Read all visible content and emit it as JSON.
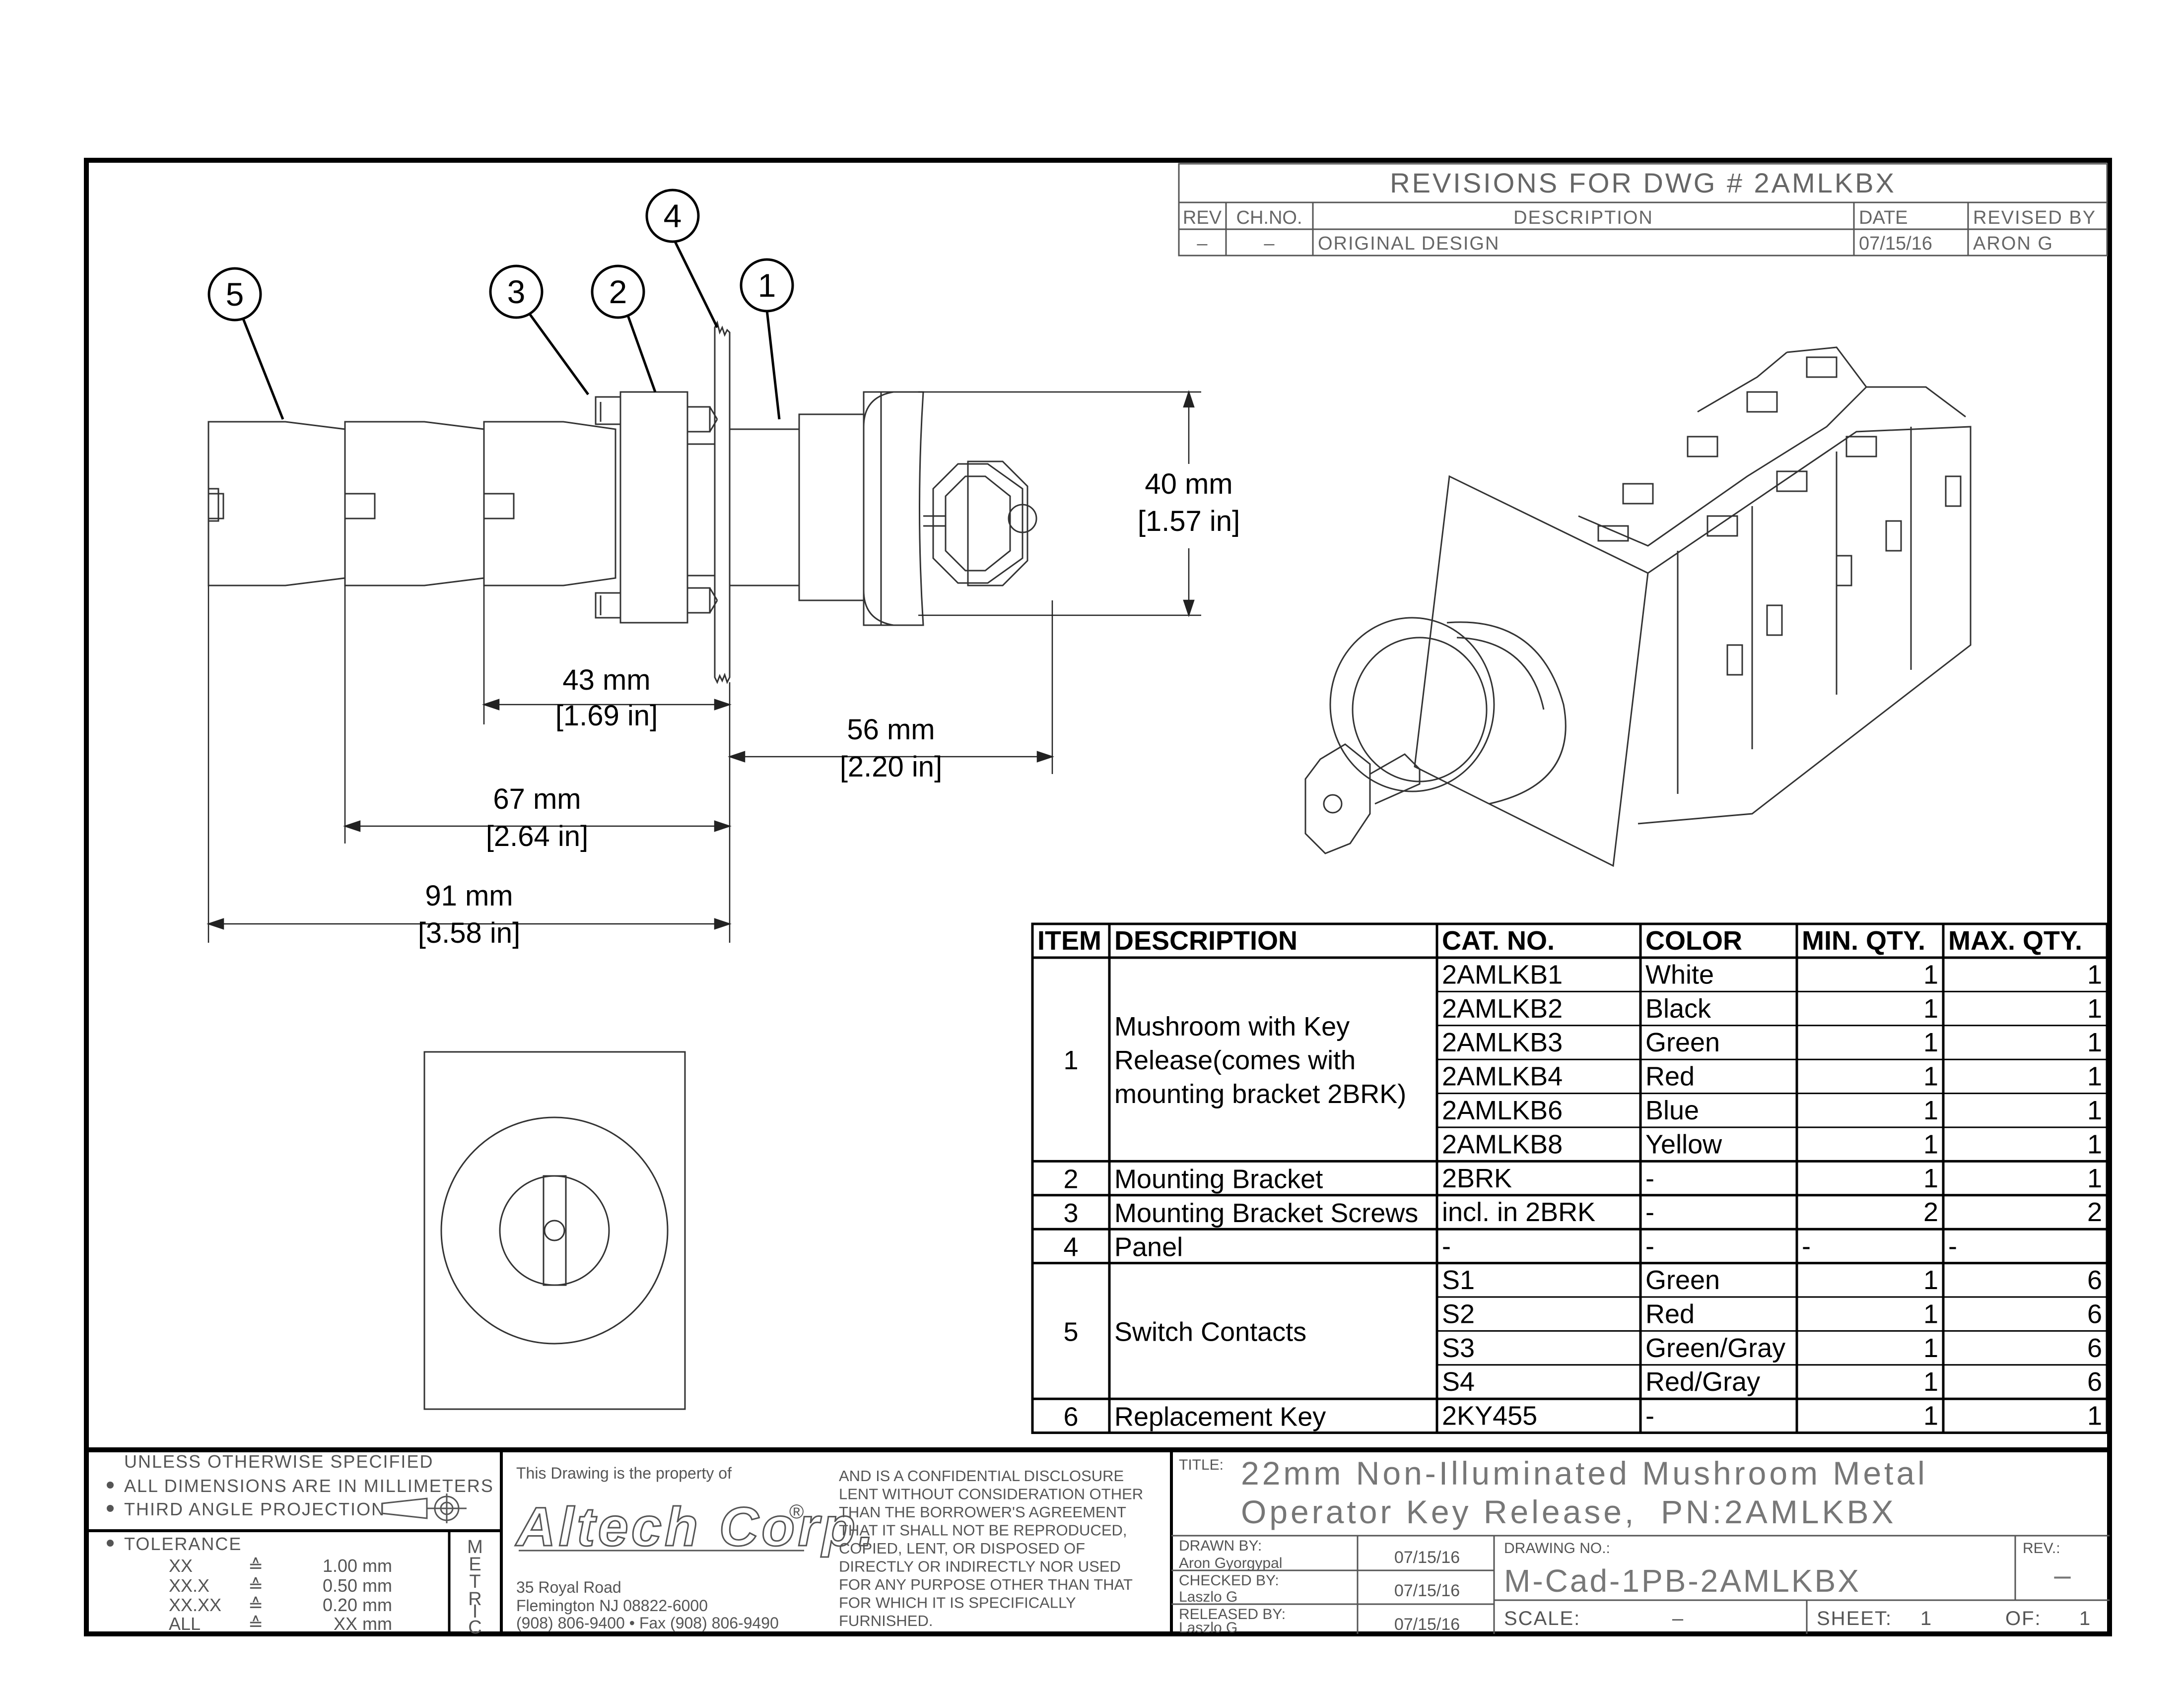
{
  "revisions": {
    "title": "REVISIONS FOR DWG # 2AMLKBX",
    "headers": [
      "REV",
      "CH.NO.",
      "DESCRIPTION",
      "DATE",
      "REVISED BY"
    ],
    "row": [
      "–",
      "–",
      "ORIGINAL DESIGN",
      "07/15/16",
      "ARON G"
    ]
  },
  "callouts": [
    "1",
    "2",
    "3",
    "4",
    "5"
  ],
  "dimensions": {
    "height": {
      "mm": "40 mm",
      "in": "[1.57 in]"
    },
    "d43": {
      "mm": "43 mm",
      "in": "[1.69 in]"
    },
    "d56": {
      "mm": "56 mm",
      "in": "[2.20 in]"
    },
    "d67": {
      "mm": "67 mm",
      "in": "[2.64 in]"
    },
    "d91": {
      "mm": "91 mm",
      "in": "[3.58 in]"
    }
  },
  "bom": {
    "headers": [
      "ITEM",
      "DESCRIPTION",
      "CAT. NO.",
      "COLOR",
      "MIN. QTY.",
      "MAX. QTY."
    ],
    "groups": [
      {
        "item": "1",
        "desc_lines": [
          "Mushroom with Key",
          "Release(comes with",
          "mounting bracket 2BRK)"
        ],
        "rows": [
          [
            "2AMLKB1",
            "White",
            "1",
            "1"
          ],
          [
            "2AMLKB2",
            "Black",
            "1",
            "1"
          ],
          [
            "2AMLKB3",
            "Green",
            "1",
            "1"
          ],
          [
            "2AMLKB4",
            "Red",
            "1",
            "1"
          ],
          [
            "2AMLKB6",
            "Blue",
            "1",
            "1"
          ],
          [
            "2AMLKB8",
            "Yellow",
            "1",
            "1"
          ]
        ]
      },
      {
        "item": "2",
        "desc_lines": [
          "Mounting Bracket"
        ],
        "rows": [
          [
            "2BRK",
            "-",
            "1",
            "1"
          ]
        ]
      },
      {
        "item": "3",
        "desc_lines": [
          "Mounting Bracket Screws"
        ],
        "rows": [
          [
            "incl. in 2BRK",
            "-",
            "2",
            "2"
          ]
        ]
      },
      {
        "item": "4",
        "desc_lines": [
          "Panel"
        ],
        "rows": [
          [
            "-",
            "-",
            "-",
            "-"
          ]
        ]
      },
      {
        "item": "5",
        "desc_lines": [
          "Switch Contacts"
        ],
        "rows": [
          [
            "S1",
            "Green",
            "1",
            "6"
          ],
          [
            "S2",
            "Red",
            "1",
            "6"
          ],
          [
            "S3",
            "Green/Gray",
            "1",
            "6"
          ],
          [
            "S4",
            "Red/Gray",
            "1",
            "6"
          ]
        ]
      },
      {
        "item": "6",
        "desc_lines": [
          "Replacement Key"
        ],
        "rows": [
          [
            "2KY455",
            "-",
            "1",
            "1"
          ]
        ]
      }
    ]
  },
  "title_block": {
    "spec_header": "UNLESS OTHERWISE SPECIFIED",
    "spec_lines": [
      "ALL DIMENSIONS ARE IN MILLIMETERS",
      "THIRD ANGLE PROJECTION"
    ],
    "tolerance_label": "TOLERANCE",
    "tolerances": [
      [
        "XX",
        "≙",
        "1.00 mm"
      ],
      [
        "XX.X",
        "≙",
        "0.50 mm"
      ],
      [
        "XX.XX",
        "≙",
        "0.20 mm"
      ],
      [
        "ALL",
        "≙",
        "XX mm"
      ]
    ],
    "metric": [
      "M",
      "E",
      "T",
      "R",
      "I",
      "C"
    ],
    "property_of": "This Drawing is the property of",
    "company": "Altech Corp.",
    "registered": "®",
    "address": [
      "35 Royal Road",
      "Flemington NJ 08822-6000",
      "(908) 806-9400 • Fax (908) 806-9490"
    ],
    "disclosure": [
      "AND IS A CONFIDENTIAL DISCLOSURE",
      "LENT WITHOUT CONSIDERATION OTHER",
      "THAN THE BORROWER'S AGREEMENT",
      "THAT IT SHALL NOT BE REPRODUCED,",
      "COPIED, LENT, OR DISPOSED OF",
      "DIRECTLY OR INDIRECTLY NOR USED",
      "FOR ANY PURPOSE OTHER THAN THAT",
      "FOR WHICH IT IS SPECIFICALLY",
      "FURNISHED."
    ],
    "title_label": "TITLE:",
    "title_lines": [
      "22mm Non-Illuminated Mushroom Metal",
      "Operator Key Release,  PN:2AMLKBX"
    ],
    "drawn_by_label": "DRAWN BY:",
    "drawn_by": "Aron Gyorgypal",
    "drawn_date": "07/15/16",
    "checked_by_label": "CHECKED BY:",
    "checked_by": "Laszlo G",
    "checked_date": "07/15/16",
    "released_by_label": "RELEASED BY:",
    "released_by": "Laszlo G",
    "released_date": "07/15/16",
    "drawing_no_label": "DRAWING NO.:",
    "drawing_no": "M-Cad-1PB-2AMLKBX",
    "rev_label": "REV.:",
    "rev": "–",
    "scale_label": "SCALE:",
    "scale": "–",
    "sheet_label": "SHEET:",
    "sheet": "1",
    "of_label": "OF:",
    "of": "1"
  }
}
